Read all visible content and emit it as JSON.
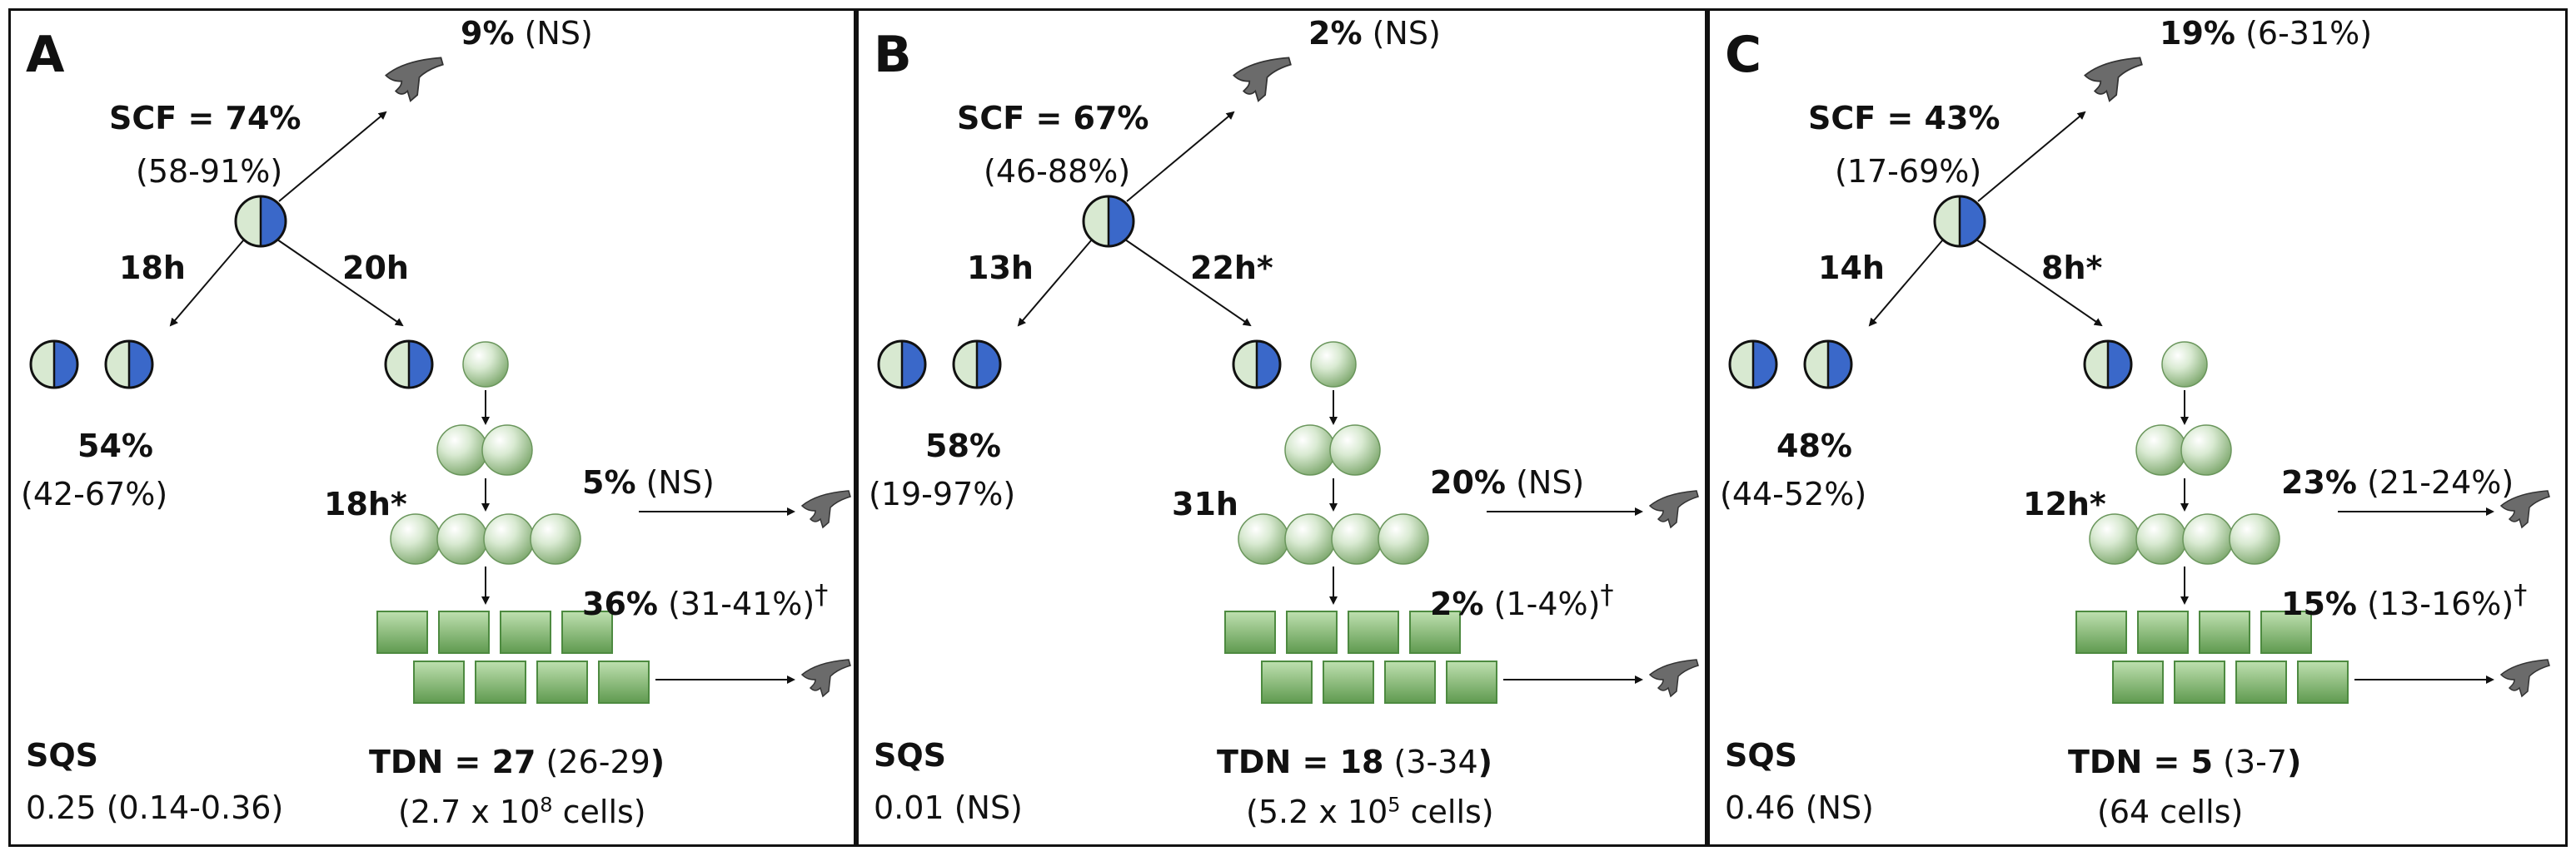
{
  "panels": [
    {
      "letter": "A",
      "scf_label": "SCF = 74%",
      "scf_ci": "(58-91%)",
      "top_death_pct": "9%",
      "top_death_ci": "(NS)",
      "left_time": "18h",
      "right_time": "20h",
      "self_renew_pct": "54%",
      "self_renew_ci": "(42-67%)",
      "prog_time": "18h*",
      "prog_death_pct": "5%",
      "prog_death_ci": "(NS)",
      "diff_pct": "36%",
      "diff_ci": "(31-41%)",
      "dagger": "†",
      "sqs_label": "SQS",
      "sqs_value": "0.25 (0.14-0.36)",
      "tdn_label": "TDN = 27",
      "tdn_ci": "(26-29",
      "tdn_close": ")",
      "cells_pre": "(2.7 x 10",
      "cells_exp": "8",
      "cells_post": " cells)"
    },
    {
      "letter": "B",
      "scf_label": "SCF = 67%",
      "scf_ci": "(46-88%)",
      "top_death_pct": "2%",
      "top_death_ci": "(NS)",
      "left_time": "13h",
      "right_time": "22h*",
      "self_renew_pct": "58%",
      "self_renew_ci": "(19-97%)",
      "prog_time": "31h",
      "prog_death_pct": "20%",
      "prog_death_ci": "(NS)",
      "diff_pct": "2%",
      "diff_ci": "(1-4%)",
      "dagger": "†",
      "sqs_label": "SQS",
      "sqs_value": "0.01 (NS)",
      "tdn_label": "TDN = 18",
      "tdn_ci": "(3-34",
      "tdn_close": ")",
      "cells_pre": "(5.2 x 10",
      "cells_exp": "5",
      "cells_post": " cells)"
    },
    {
      "letter": "C",
      "scf_label": "SCF = 43%",
      "scf_ci": "(17-69%)",
      "top_death_pct": "19%",
      "top_death_ci": "(6-31%)",
      "left_time": "14h",
      "right_time": "8h*",
      "self_renew_pct": "48%",
      "self_renew_ci": "(44-52%)",
      "prog_time": "12h*",
      "prog_death_pct": "23%",
      "prog_death_ci": "(21-24%)",
      "diff_pct": "15%",
      "diff_ci": "(13-16%)",
      "dagger": "†",
      "sqs_label": "SQS",
      "sqs_value": "0.46 (NS)",
      "tdn_label": "TDN = 5",
      "tdn_ci": "(3-7",
      "tdn_close": ")",
      "cells_pre": "(64 cells)",
      "cells_exp": "",
      "cells_post": ""
    }
  ]
}
